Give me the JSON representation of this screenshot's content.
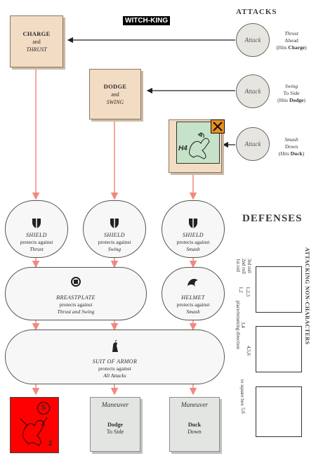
{
  "title": "WITCH-KING",
  "attacks_heading": "ATTACKS",
  "defenses_heading": "DEFENSES",
  "maneuvers": {
    "charge": {
      "name": "CHARGE",
      "and": "and",
      "attack": "THRUST"
    },
    "dodge": {
      "name": "DODGE",
      "and": "and",
      "attack": "SWING"
    }
  },
  "counter": {
    "label": "H4",
    "value": "4"
  },
  "attacks": [
    {
      "circle": "Attack",
      "line1": "Thrust",
      "line2": "Ahead",
      "line3": "(Hits ",
      "hits": "Charge",
      "close": ")"
    },
    {
      "circle": "Attack",
      "line1": "Swing",
      "line2": "To Side",
      "line3": "(Hits ",
      "hits": "Dodge",
      "close": ")"
    },
    {
      "circle": "Attack",
      "line1": "Smash",
      "line2": "Down",
      "line3": "(Hits ",
      "hits": "Duck",
      "close": ")"
    }
  ],
  "shields": [
    {
      "name": "SHIELD",
      "protects": "protects against",
      "against": "Thrust"
    },
    {
      "name": "SHIELD",
      "protects": "protects against",
      "against": "Swing"
    },
    {
      "name": "SHIELD",
      "protects": "protects against",
      "against": "Smash"
    }
  ],
  "breastplate": {
    "name": "BREASTPLATE",
    "protects": "protects against",
    "against": "Thrust and Swing"
  },
  "helmet": {
    "name": "HELMET",
    "protects": "protects against",
    "against": "Smash"
  },
  "suit": {
    "name": "SUIT OF ARMOR",
    "protects": "protects against",
    "against": "All Attacks"
  },
  "bottom_boxes": [
    {
      "maneuver": "Maneuver",
      "name": "Dodge",
      "sub": "To Side"
    },
    {
      "maneuver": "Maneuver",
      "name": "Duck",
      "sub": "Down"
    }
  ],
  "red_counter": {
    "top": "5",
    "bottom": "2"
  },
  "non_characters": {
    "heading": "ATTACKING NON-CHARACTERS",
    "roll_labels": [
      "1st roll",
      "2nd roll",
      "3rd roll"
    ],
    "col1": "1,2",
    "col2": "1,2,3",
    "col3": "3,4",
    "col4": "4,5,6",
    "col5": "5,6",
    "note1": "place/returning direction",
    "note2": "to square box"
  },
  "colors": {
    "tan": "#f3dcc4",
    "arrow": "#f08a7e",
    "red": "#ff0000",
    "green_counter": "#c6e2c8"
  }
}
